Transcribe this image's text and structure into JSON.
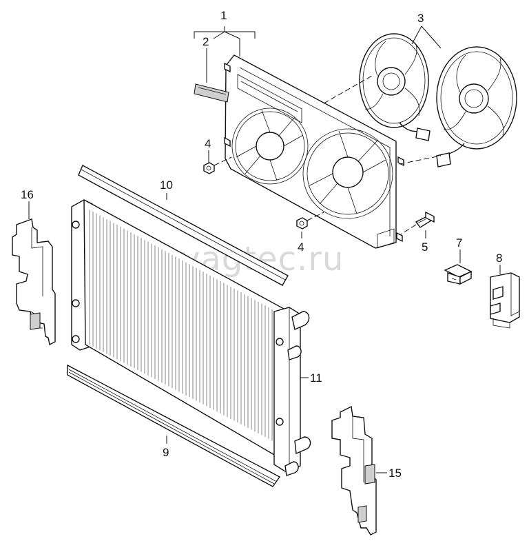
{
  "watermark": "vagtec.ru",
  "callouts": {
    "c1": "1",
    "c2": "2",
    "c3": "3",
    "c4a": "4",
    "c4b": "4",
    "c5": "5",
    "c7": "7",
    "c8": "8",
    "c9": "9",
    "c10": "10",
    "c11": "11",
    "c15": "15",
    "c16": "16"
  }
}
